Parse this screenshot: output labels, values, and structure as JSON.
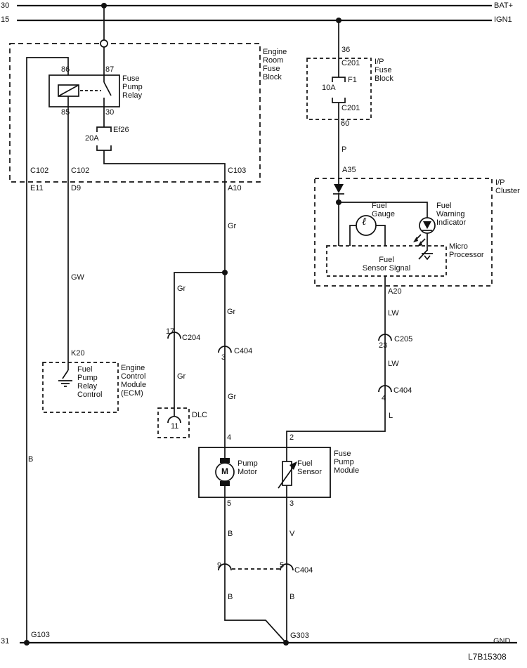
{
  "theme": {
    "ink": "#111111",
    "paper": "#ffffff"
  },
  "doc_id": "L7B15308",
  "buses": {
    "bat": {
      "circuit": "30",
      "name": "BAT+"
    },
    "ign": {
      "circuit": "15",
      "name": "IGN1"
    },
    "gnd": {
      "circuit": "31",
      "name": "GND"
    }
  },
  "engine_room_fuse_block": {
    "name": "Engine\nRoom\nFuse\nBlock",
    "relay": {
      "name": "Fuse\nPump\nRelay",
      "pins": {
        "p86": "86",
        "p87": "87",
        "p85": "85",
        "p30": "30"
      }
    },
    "fuse": {
      "id": "Ef26",
      "rating": "20A"
    }
  },
  "ip_fuse_block": {
    "name": "I/P\nFuse\nBlock",
    "conn_top": {
      "pin": "36",
      "name": "C201"
    },
    "fuse": {
      "id": "F1",
      "rating": "10A"
    },
    "conn_bottom": {
      "name": "C201",
      "pin": "60"
    }
  },
  "ip_cluster": {
    "name": "I/P\nCluster",
    "terminal_in": "A35",
    "fuel_gauge": {
      "name": "Fuel\nGauge",
      "symbol": "ℓ"
    },
    "warning_indicator": {
      "name": "Fuel\nWarning\nIndicator"
    },
    "micro_processor": {
      "name": "Micro\nProcessor",
      "signal": "Fuel\nSensor Signal"
    },
    "terminal_out": "A20"
  },
  "ecm": {
    "terminal": "K20",
    "control": "Fuel\nPump\nRelay\nControl",
    "name": "Engine\nControl\nModule\n(ECM)"
  },
  "dlc": {
    "name": "DLC",
    "pin": "11"
  },
  "fuel_pump_module": {
    "name": "Fuse\nPump\nModule",
    "motor": {
      "name": "Pump\nMotor",
      "symbol": "M"
    },
    "sensor": {
      "name": "Fuel\nSensor"
    },
    "pins": {
      "p4": "4",
      "p2": "2",
      "p5": "5",
      "p3": "3"
    }
  },
  "connectors": {
    "c102_left": {
      "name": "C102",
      "pin": "E11"
    },
    "c102_right": {
      "name": "C102",
      "pin": "D9"
    },
    "c103": {
      "name": "C103",
      "pin": "A10"
    },
    "c204": {
      "name": "C204",
      "pin": "17"
    },
    "c404_gr": {
      "name": "C404",
      "pin": "3"
    },
    "c205": {
      "name": "C205",
      "pin": "23"
    },
    "c404_lw": {
      "name": "C404",
      "pin": "4"
    },
    "c404_bottom": {
      "name": "C404",
      "pin_left": "9",
      "pin_right": "5"
    }
  },
  "wires": {
    "b_left": "B",
    "gw": "GW",
    "gr_upper": "Gr",
    "gr_branch_upper": "Gr",
    "gr_mid": "Gr",
    "gr_branch_lower": "Gr",
    "gr_lower": "Gr",
    "p": "P",
    "lw_upper": "LW",
    "lw_lower": "LW",
    "l": "L",
    "b_pump": "B",
    "v_sensor": "V",
    "b_bottom_left": "B",
    "b_bottom_right": "B"
  },
  "grounds": {
    "g103": "G103",
    "g303": "G303"
  }
}
